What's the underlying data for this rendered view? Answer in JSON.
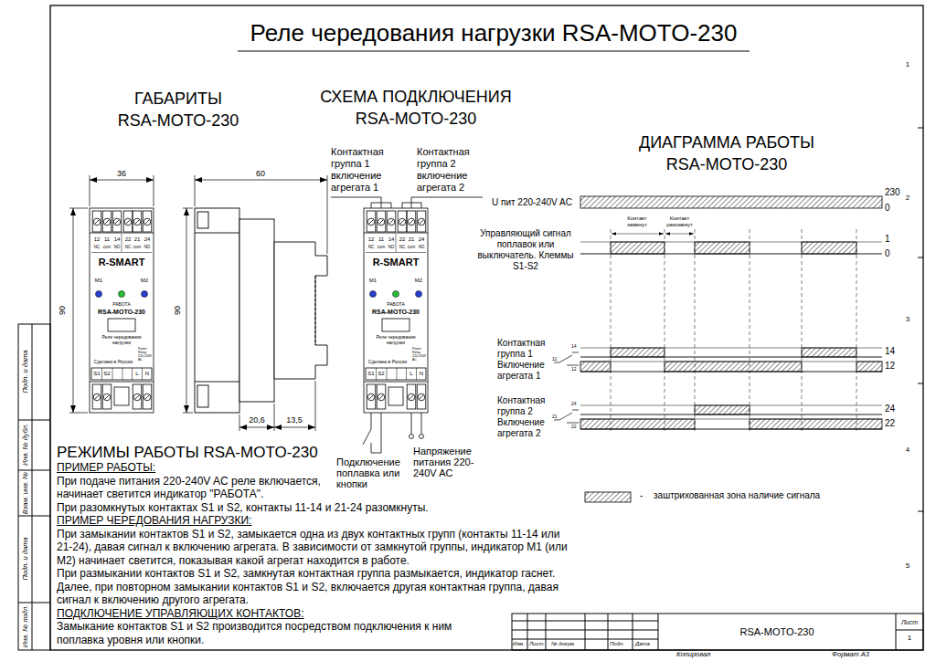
{
  "diagram": {
    "title": "Реле чередования нагрузки RSA-MOTO-230",
    "labels": [
      "ГАБАРИТЫ",
      "RSA-MOTO-230",
      "СХЕМА ПОДКЛЮЧЕНИЯ",
      "RSA-MOTO-230",
      "ДИАГРАММА РАБОТЫ",
      "RSA-MOTO-230",
      "36",
      "60",
      "90",
      "90",
      "20,6",
      "13,5",
      "12",
      "11",
      "14",
      "22",
      "21",
      "24",
      "NC",
      "com",
      "NO",
      "NC",
      "com",
      "NO",
      "R-SMART",
      "M1",
      "M2",
      "РАБОТА",
      "RSA-MOTO-230",
      "Реле чередования нагрузки",
      "Power Relay 220-240V AC",
      "Сделано в России",
      "S1",
      "S2",
      "L",
      "N",
      "12",
      "11",
      "14",
      "22",
      "21",
      "24",
      "NC",
      "com",
      "NO",
      "NC",
      "com",
      "NO",
      "R-SMART",
      "M1",
      "M2",
      "РАБОТА",
      "RSA-MOTO-230",
      "Реле чередования нагрузки",
      "Power Relay 220-240V AC",
      "Сделано в России",
      "S1",
      "S2",
      "L",
      "N",
      "Контактная группа 1 включение агрегата 1",
      "Контактная группа 2 включение агрегата 2",
      "Подключение поплавка или кнопки",
      "Напряжение питания 220-240V AC",
      "U пит 220-240V AC",
      "230",
      "0",
      "Контакт замкнут",
      "Контакт разомкнут",
      "Управляющий сигнал поплавок или выключатель. Клеммы S1-S2",
      "1",
      "0",
      "Контактная группа 1 Включение агрегата 1",
      "14",
      "11",
      "12",
      "14",
      "12",
      "Контактная группа 2 Включение агрегата 2",
      "24",
      "21",
      "22",
      "24",
      "22",
      "-",
      "РЕЖИМЫ РАБОТЫ RSA-MOTO-230",
      "ПРИМЕР РАБОТЫ:",
      "При подаче питания 220-240V AC реле включается, начинает светится индикатор \"РАБОТА\".",
      "При разомкнутых контактах S1 и S2, контакты 11-14 и 21-24 разомкнуты.",
      "ПРИМЕР ЧЕРЕДОВАНИЯ НАГРУЗКИ:",
      "При замыкании контактов S1 и S2, замыкается одна из двух контактных групп (контакты 11-14 или 21-24), давая сигнал к включению агрегата. В зависимости от замкнутой группы, индикатор М1 (или М2) начинает светится, показывая какой агрегат находится в работе.",
      "При размыкании контактов S1 и S2, замкнутая контактная группа размыкается, индикатор гаснет.",
      "Далее, при повторном замыкании контактов S1 и S2, включается другая контактная группа, давая сигнал к включению другого агрегата.",
      "ПОДКЛЮЧЕНИЕ УПРАВЛЯЮЩИХ КОНТАКТОВ:",
      "Замыкание контактов S1 и S2 производится посредством подключения к ним поплавка уровня или кнопки.",
      "Подп. и дата",
      "Инв. № дубл.",
      "Взам. инв. №",
      "Подп. и дата",
      "Инв. № подл.",
      "1",
      "2",
      "3",
      "4",
      "5",
      "Изм.",
      "Лист",
      "№ докум.",
      "Подп.",
      "Дата",
      "RSA-MOTO-230",
      "Лист",
      "1",
      "Копировал",
      "Формат А3"
    ],
    "legend": [
      {
        "text": "заштрихованная зона наличие сигнала"
      }
    ]
  }
}
